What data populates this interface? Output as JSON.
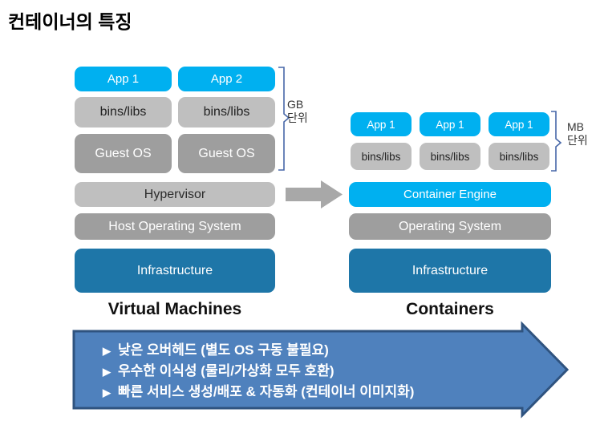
{
  "title": "컨테이너의 특징",
  "vm_stack": {
    "label": "Virtual Machines",
    "unit": [
      "GB",
      "단위"
    ],
    "apps": [
      "App 1",
      "App 2"
    ],
    "bins": [
      "bins/libs",
      "bins/libs"
    ],
    "guest_os": [
      "Guest OS",
      "Guest OS"
    ],
    "layers": [
      "Hypervisor",
      "Host Operating System",
      "Infrastructure"
    ]
  },
  "container_stack": {
    "label": "Containers",
    "unit": [
      "MB",
      "단위"
    ],
    "apps": [
      "App 1",
      "App 1",
      "App 1"
    ],
    "bins": [
      "bins/libs",
      "bins/libs",
      "bins/libs"
    ],
    "layers": [
      "Container Engine",
      "Operating System",
      "Infrastructure"
    ]
  },
  "benefits": {
    "bullet": "▶",
    "items": [
      "낮은 오버헤드 (별도 OS 구동 불필요)",
      "우수한 이식성 (물리/가상화 모두 호환)",
      "빠른 서비스 생성/배포 & 자동화 (컨테이너 이미지화)"
    ]
  },
  "colors": {
    "app_blue": "#00B0F0",
    "box_gray_light": "#BFBFBF",
    "box_gray_dark": "#9E9E9E",
    "infra_blue": "#1E76A8",
    "transition_arrow_gray": "#A8A8A8",
    "banner_fill": "#4F81BD",
    "banner_border": "#2F537F",
    "bracket_blue": "#4767A8"
  }
}
